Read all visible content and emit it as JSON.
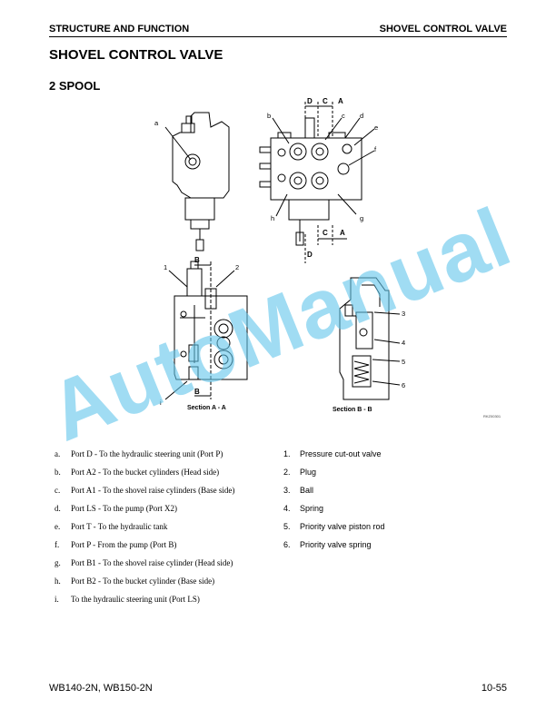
{
  "header": {
    "section": "STRUCTURE AND FUNCTION",
    "topic": "SHOVEL CONTROL VALVE"
  },
  "title": "SHOVEL CONTROL VALVE",
  "subtitle": "2 SPOOL",
  "figure": {
    "callouts_top": [
      "a",
      "b",
      "c",
      "d",
      "e",
      "f",
      "g",
      "h"
    ],
    "section_marks": [
      "D",
      "C",
      "A",
      "C",
      "A",
      "D",
      "B",
      "B"
    ],
    "callouts_bottom": [
      "1",
      "2",
      "i",
      "3",
      "4",
      "5",
      "6"
    ],
    "caption_a": "Section A - A",
    "caption_b": "Section B - B",
    "code": "RKZ00301",
    "watermark": "AutoManual"
  },
  "legend_letters": [
    {
      "key": "a.",
      "text": "Port D - To the hydraulic steering unit (Port P)"
    },
    {
      "key": "b.",
      "text": "Port A2 - To the bucket cylinders (Head side)"
    },
    {
      "key": "c.",
      "text": "Port A1 - To the shovel raise cylinders (Base side)"
    },
    {
      "key": "d.",
      "text": "Port LS - To the pump (Port X2)"
    },
    {
      "key": "e.",
      "text": "Port T - To the hydraulic tank"
    },
    {
      "key": "f.",
      "text": "Port P - From the pump (Port B)"
    },
    {
      "key": "g.",
      "text": "Port B1 - To the shovel raise cylinder (Head side)"
    },
    {
      "key": "h.",
      "text": "Port B2 - To the bucket cylinder (Base side)"
    },
    {
      "key": "i.",
      "text": "To the hydraulic steering unit (Port LS)"
    }
  ],
  "legend_numbers": [
    {
      "key": "1.",
      "text": "Pressure cut-out valve"
    },
    {
      "key": "2.",
      "text": "Plug"
    },
    {
      "key": "3.",
      "text": "Ball"
    },
    {
      "key": "4.",
      "text": "Spring"
    },
    {
      "key": "5.",
      "text": "Priority valve piston rod"
    },
    {
      "key": "6.",
      "text": "Priority valve spring"
    }
  ],
  "footer": {
    "models": "WB140-2N, WB150-2N",
    "page": "10-55"
  }
}
